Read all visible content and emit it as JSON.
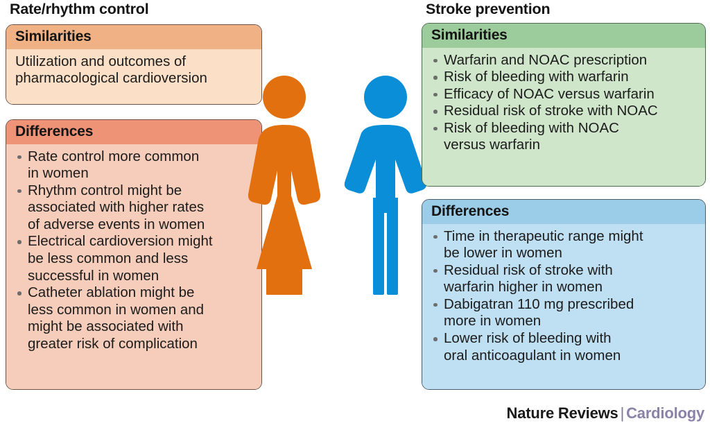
{
  "columns": {
    "left": {
      "title": "Rate/rhythm control",
      "similarities": {
        "heading": "Similarities",
        "text": "Utilization and outcomes of\npharmacological cardioversion"
      },
      "differences": {
        "heading": "Differences",
        "items": [
          "Rate control more common\nin women",
          "Rhythm control might be\nassociated with higher rates\nof adverse events in women",
          "Electrical cardioversion might\nbe less common and less\nsuccessful in women",
          "Catheter ablation might be\nless common in women and\nmight be associated with\ngreater risk of complication"
        ]
      }
    },
    "right": {
      "title": "Stroke prevention",
      "similarities": {
        "heading": "Similarities",
        "items": [
          "Warfarin and NOAC prescription",
          "Risk of bleeding with warfarin",
          "Efficacy of NOAC versus warfarin",
          "Residual risk of stroke with NOAC",
          "Risk of bleeding with NOAC\nversus warfarin"
        ]
      },
      "differences": {
        "heading": "Differences",
        "items": [
          "Time in therapeutic range might\nbe lower in women",
          "Residual risk of stroke with\nwarfarin higher in women",
          "Dabigatran 110 mg prescribed\nmore in women",
          "Lower risk of bleeding with\noral anticoagulant in women"
        ]
      }
    }
  },
  "pictograms": {
    "female": "female-figure-icon",
    "male": "male-figure-icon"
  },
  "footer": {
    "publisher": "Nature Reviews",
    "separator": "|",
    "journal": "Cardiology"
  },
  "colors": {
    "orange_figure": "#E2700F",
    "blue_figure": "#0B8ED8",
    "orange_header": "#F0B184",
    "orange_body": "#FBDFC6",
    "salmon_header": "#EF9377",
    "salmon_body": "#F5CDBA",
    "green_header": "#9CCC9B",
    "green_body": "#CFE6CB",
    "blue_header": "#9BCDE8",
    "blue_body": "#BFDFF2",
    "journal_accent": "#8B82A8"
  }
}
